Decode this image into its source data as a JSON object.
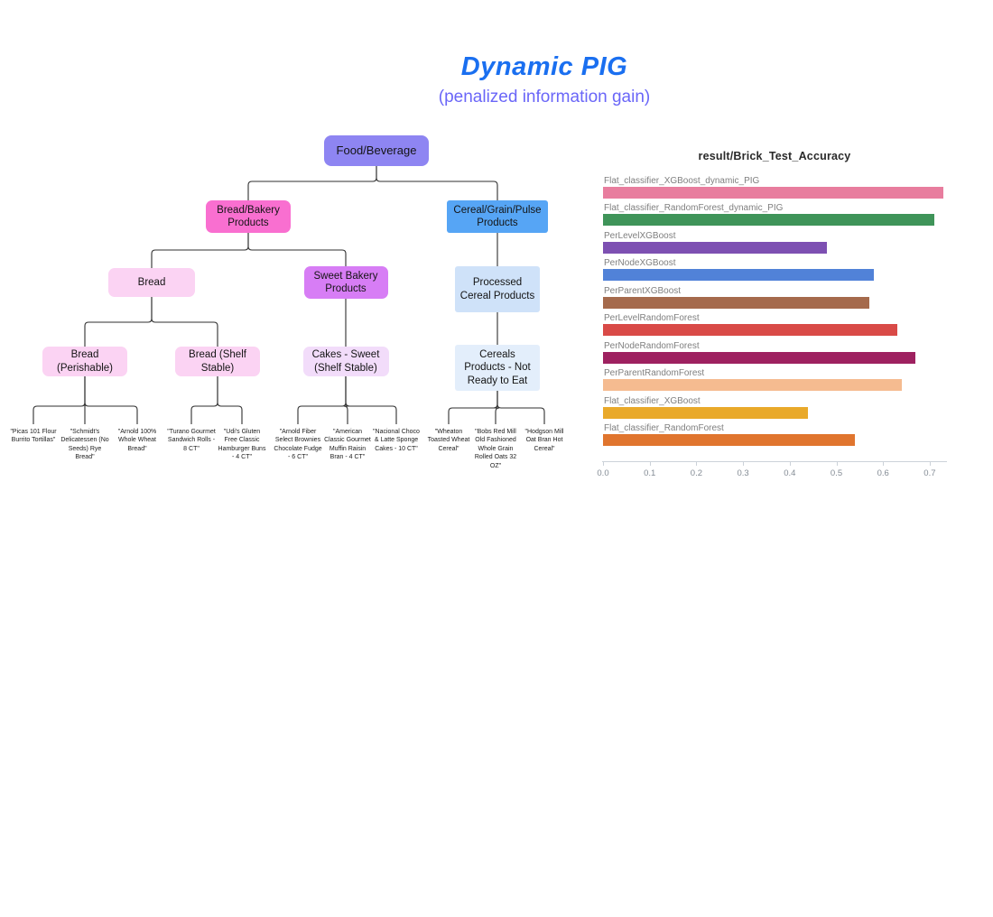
{
  "header": {
    "title": "Dynamic PIG",
    "subtitle": "(penalized information gain)",
    "title_color": "#1a6ff0",
    "subtitle_color": "#6a66f8"
  },
  "tree": {
    "nodes": [
      {
        "id": "food_beverage",
        "label": "Food/Beverage",
        "color": "#8e85f2",
        "children": [
          "bread_bakery",
          "cereal_grain"
        ]
      },
      {
        "id": "bread_bakery",
        "label": "Bread/Bakery Products",
        "color": "#f96fd0",
        "children": [
          "bread",
          "sweet_bakery"
        ]
      },
      {
        "id": "cereal_grain",
        "label": "Cereal/Grain/Pulse Products",
        "color": "#56a5f5",
        "children": [
          "processed_cereal"
        ]
      },
      {
        "id": "bread",
        "label": "Bread",
        "color": "#fbd3f3",
        "children": [
          "bread_perishable",
          "bread_shelf_stable"
        ]
      },
      {
        "id": "sweet_bakery",
        "label": "Sweet Bakery Products",
        "color": "#d77df5",
        "children": [
          "cakes_sweet"
        ]
      },
      {
        "id": "processed_cereal",
        "label": "Processed Cereal Products",
        "color": "#cfe2f9",
        "children": [
          "cereals_not_ready"
        ]
      },
      {
        "id": "bread_perishable",
        "label": "Bread (Perishable)",
        "color": "#fbd3f3",
        "children": [
          "leaf_picas",
          "leaf_schmidts",
          "leaf_arnold_wheat"
        ]
      },
      {
        "id": "bread_shelf_stable",
        "label": "Bread (Shelf Stable)",
        "color": "#fbd3f3",
        "children": [
          "leaf_turano",
          "leaf_udis"
        ]
      },
      {
        "id": "cakes_sweet",
        "label": "Cakes - Sweet (Shelf Stable)",
        "color": "#f2dcfa",
        "children": [
          "leaf_arnold_fiber",
          "leaf_american",
          "leaf_nacional"
        ]
      },
      {
        "id": "cereals_not_ready",
        "label": "Cereals Products - Not Ready to Eat",
        "color": "#e3eefb",
        "children": [
          "leaf_wheaton",
          "leaf_bobs",
          "leaf_hodgson"
        ]
      },
      {
        "id": "leaf_picas",
        "label": "\"Picas 101 Flour Burrito Tortillas\"",
        "leaf": true,
        "children": []
      },
      {
        "id": "leaf_schmidts",
        "label": "\"Schmidt's Delicatessen (No Seeds) Rye Bread\"",
        "leaf": true,
        "children": []
      },
      {
        "id": "leaf_arnold_wheat",
        "label": "\"Arnold 100% Whole Wheat Bread\"",
        "leaf": true,
        "children": []
      },
      {
        "id": "leaf_turano",
        "label": "\"Turano Gourmet Sandwich Rolls - 8 CT\"",
        "leaf": true,
        "children": []
      },
      {
        "id": "leaf_udis",
        "label": "\"Udi's Gluten Free Classic Hamburger Buns - 4 CT\"",
        "leaf": true,
        "children": []
      },
      {
        "id": "leaf_arnold_fiber",
        "label": "\"Arnold Fiber Select Brownies Chocolate Fudge - 6 CT\"",
        "leaf": true,
        "children": []
      },
      {
        "id": "leaf_american",
        "label": "\"American Classic Gourmet Muffin Raisin Bran - 4 CT\"",
        "leaf": true,
        "children": []
      },
      {
        "id": "leaf_nacional",
        "label": "\"Nacional Choco & Latte Sponge Cakes - 10 CT\"",
        "leaf": true,
        "children": []
      },
      {
        "id": "leaf_wheaton",
        "label": "\"Wheaton Toasted Wheat Cereal\"",
        "leaf": true,
        "children": []
      },
      {
        "id": "leaf_bobs",
        "label": "\"Bobs Red Mill Old Fashioned Whole Grain Rolled Oats 32 OZ\"",
        "leaf": true,
        "children": []
      },
      {
        "id": "leaf_hodgson",
        "label": "\"Hodgson Mill Oat Bran Hot Cereal\"",
        "leaf": true,
        "children": []
      }
    ],
    "link_color": "#2f2f2f"
  },
  "chart_data": {
    "type": "bar",
    "orientation": "horizontal",
    "title": "result/Brick_Test_Accuracy",
    "categories": [
      "Flat_classifier_XGBoost_dynamic_PIG",
      "Flat_classifier_RandomForest_dynamic_PIG",
      "PerLevelXGBoost",
      "PerNodeXGBoost",
      "PerParentXGBoost",
      "PerLevelRandomForest",
      "PerNodeRandomForest",
      "PerParentRandomForest",
      "Flat_classifier_XGBoost",
      "Flat_classifier_RandomForest"
    ],
    "values": [
      0.73,
      0.71,
      0.48,
      0.58,
      0.57,
      0.63,
      0.67,
      0.64,
      0.44,
      0.54
    ],
    "colors": [
      "#e87d9e",
      "#3f9459",
      "#7d50b2",
      "#5182d8",
      "#a56a4c",
      "#d94a47",
      "#9e2160",
      "#f5bb90",
      "#e9a92a",
      "#e0752e"
    ],
    "xlabel": "",
    "ylabel": "",
    "xticks": [
      0.0,
      0.1,
      0.2,
      0.3,
      0.4,
      0.5,
      0.6,
      0.7
    ],
    "xlim": [
      0,
      0.735
    ],
    "grid": false,
    "legend": false
  }
}
